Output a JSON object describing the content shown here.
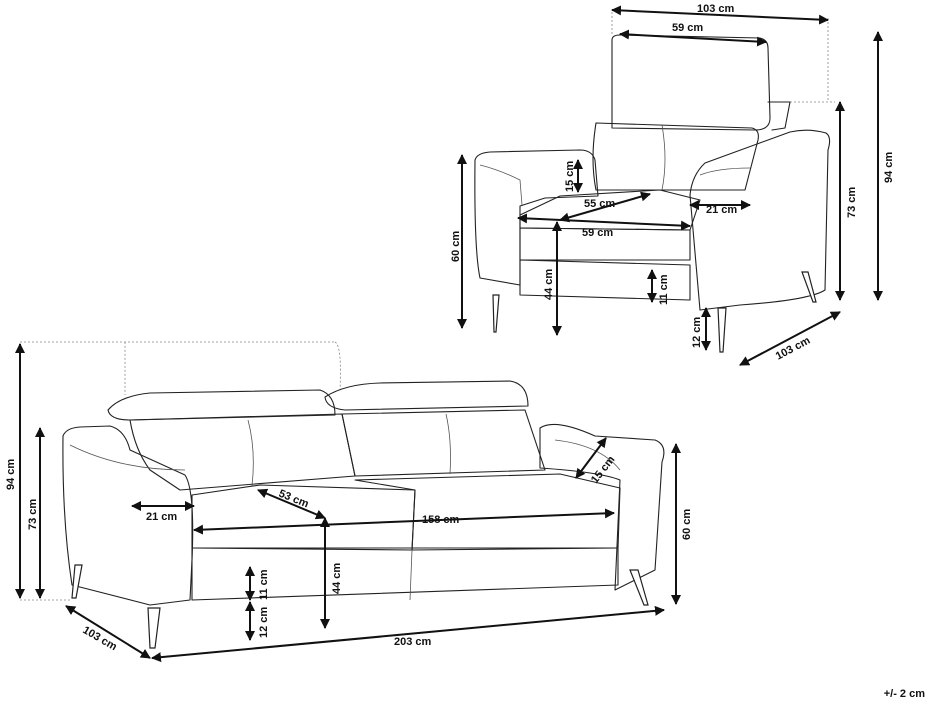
{
  "armchair": {
    "width_total": "103 cm",
    "headrest_width": "59 cm",
    "height_total": "94 cm",
    "back_height": "73 cm",
    "arm_height": "60 cm",
    "back_cushion": "15 cm",
    "seat_depth": "55 cm",
    "seat_width": "59 cm",
    "arm_width": "21 cm",
    "seat_height": "44 cm",
    "cushion_thickness": "11 cm",
    "leg_height": "12 cm",
    "depth": "103 cm"
  },
  "sofa": {
    "height_total": "94 cm",
    "back_height": "73 cm",
    "arm_height": "60 cm",
    "back_cushion": "15 cm",
    "seat_depth": "53 cm",
    "arm_width": "21 cm",
    "seat_width": "158 cm",
    "seat_height": "44 cm",
    "cushion_thickness": "11 cm",
    "leg_height": "12 cm",
    "depth": "103 cm",
    "width_total": "203 cm"
  },
  "tolerance": "+/- 2 cm"
}
